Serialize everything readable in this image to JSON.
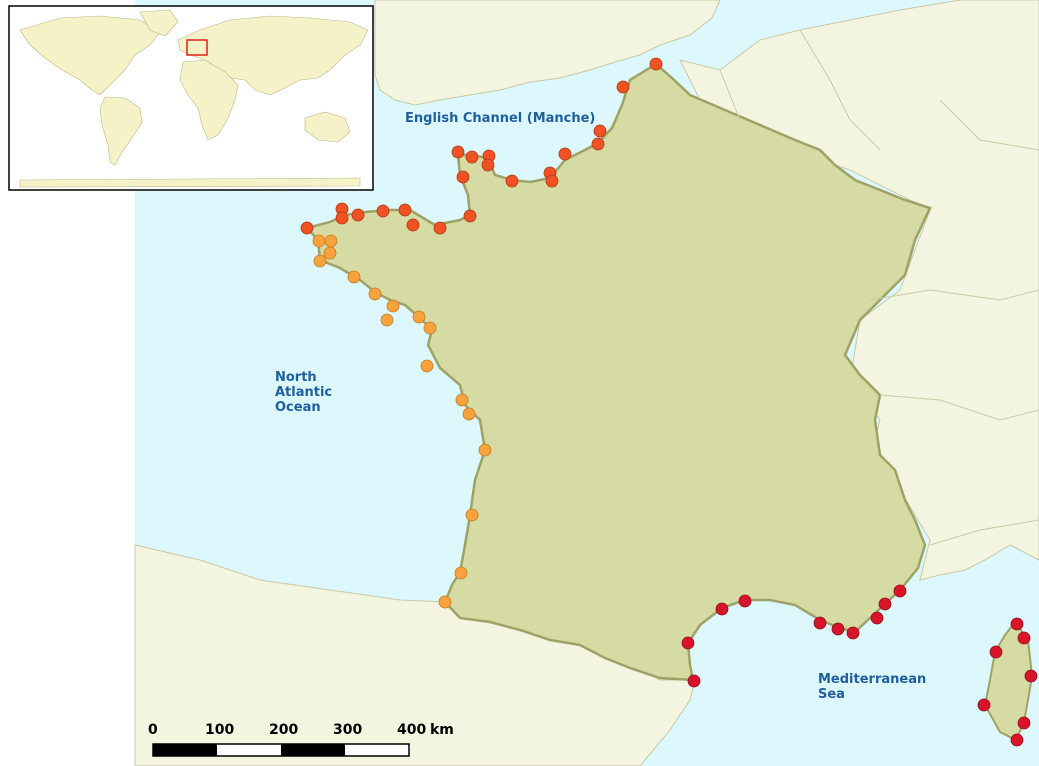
{
  "labels": {
    "english_channel": "English Channel (Manche)",
    "north_atlantic_line1": "North",
    "north_atlantic_line2": "Atlantic",
    "north_atlantic_line3": "Ocean",
    "mediterranean_line1": "Mediterranean",
    "mediterranean_line2": "Sea"
  },
  "scale_bar": {
    "ticks": [
      "0",
      "100",
      "200",
      "300",
      "400"
    ],
    "unit": "km"
  },
  "colors": {
    "sea": "#dcf8fd",
    "land": "#d6dba3",
    "neighbor_land": "#f4f5e1",
    "channel_points": "#f05223",
    "atlantic_points": "#f7a23c",
    "mediterranean_points": "#d7142a",
    "inset_highlight": "#e32019"
  },
  "inset_map": {
    "description_icon": "world-overview-icon"
  }
}
